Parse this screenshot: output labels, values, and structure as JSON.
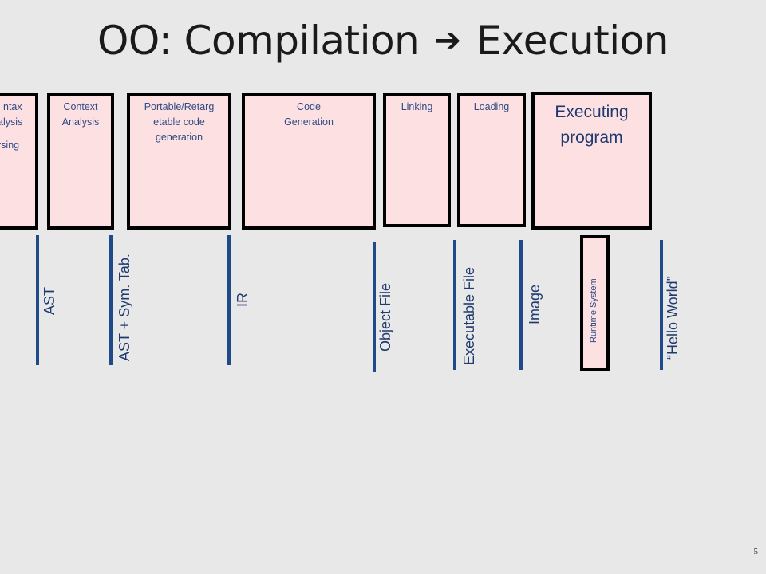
{
  "slide": {
    "title_left": "OO: Compilation",
    "title_arrow": "➔",
    "title_right": "Execution",
    "page_number": "5"
  },
  "stages": [
    {
      "id": "syntax",
      "lines": [
        "ntax",
        "alysis",
        "",
        "rsing"
      ]
    },
    {
      "id": "context",
      "lines": [
        "Context",
        "Analysis"
      ]
    },
    {
      "id": "portable",
      "lines": [
        "Portable/Retarg",
        "etable code",
        "generation"
      ]
    },
    {
      "id": "codegen",
      "lines": [
        "Code",
        "Generation"
      ]
    },
    {
      "id": "linking",
      "lines": [
        "Linking"
      ]
    },
    {
      "id": "loading",
      "lines": [
        "Loading"
      ]
    },
    {
      "id": "executing",
      "lines": [
        "Executing",
        "program"
      ]
    }
  ],
  "artifacts": [
    {
      "id": "ast",
      "label": "AST"
    },
    {
      "id": "ast-symtab",
      "label": "AST + Sym. Tab."
    },
    {
      "id": "ir",
      "label": "IR"
    },
    {
      "id": "object-file",
      "label": "Object File"
    },
    {
      "id": "executable-file",
      "label": "Executable File"
    },
    {
      "id": "image",
      "label": "Image"
    },
    {
      "id": "hello-world",
      "label": "“Hello World”"
    }
  ],
  "runtime": {
    "label": "Runtime System"
  },
  "colors": {
    "box_fill": "#fde0e2",
    "box_border": "#000000",
    "bar": "#1f4a8a",
    "text_blue": "#2f4b84"
  }
}
